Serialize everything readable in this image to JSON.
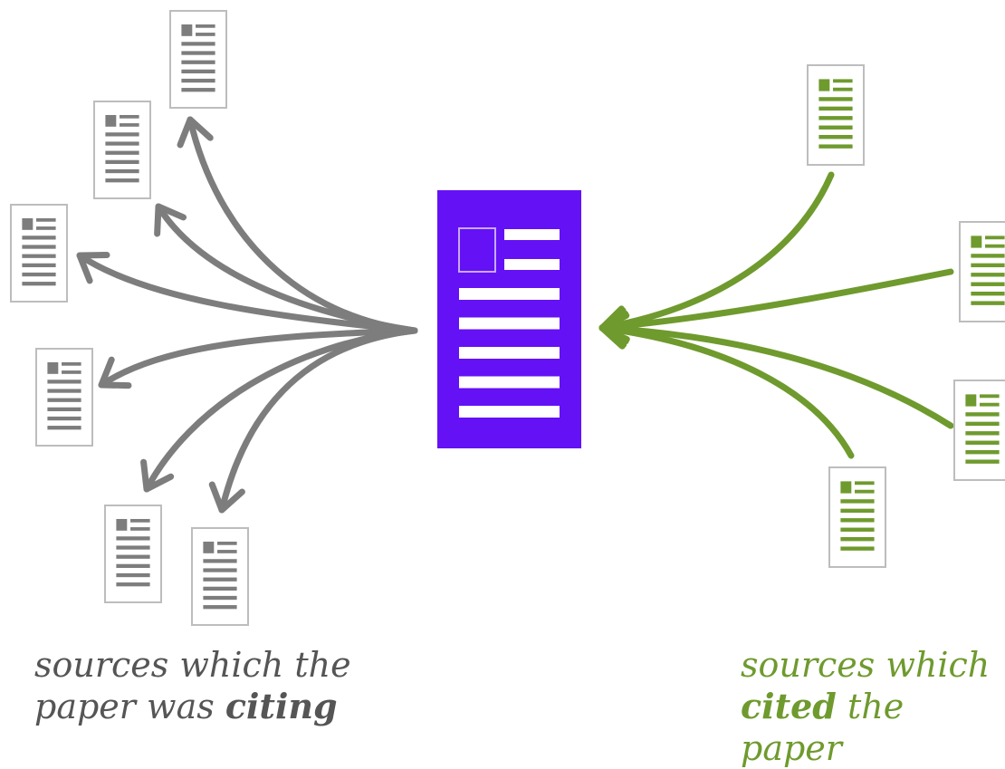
{
  "colors": {
    "citing": "#7d7d7d",
    "cited": "#6f9a2e",
    "central_fill": "#6411f5",
    "central_text": "#ffffff",
    "citing_caption": "#555555",
    "cited_caption": "#6f9a2e"
  },
  "icons": {
    "central": "document-icon",
    "source": "document-icon"
  },
  "captions": {
    "citing": {
      "line1": "sources which the",
      "line2_plain": "paper was ",
      "line2_bold": "citing"
    },
    "cited": {
      "line1": "sources which",
      "line2_bold": "cited",
      "line2_plain": " the paper"
    }
  }
}
